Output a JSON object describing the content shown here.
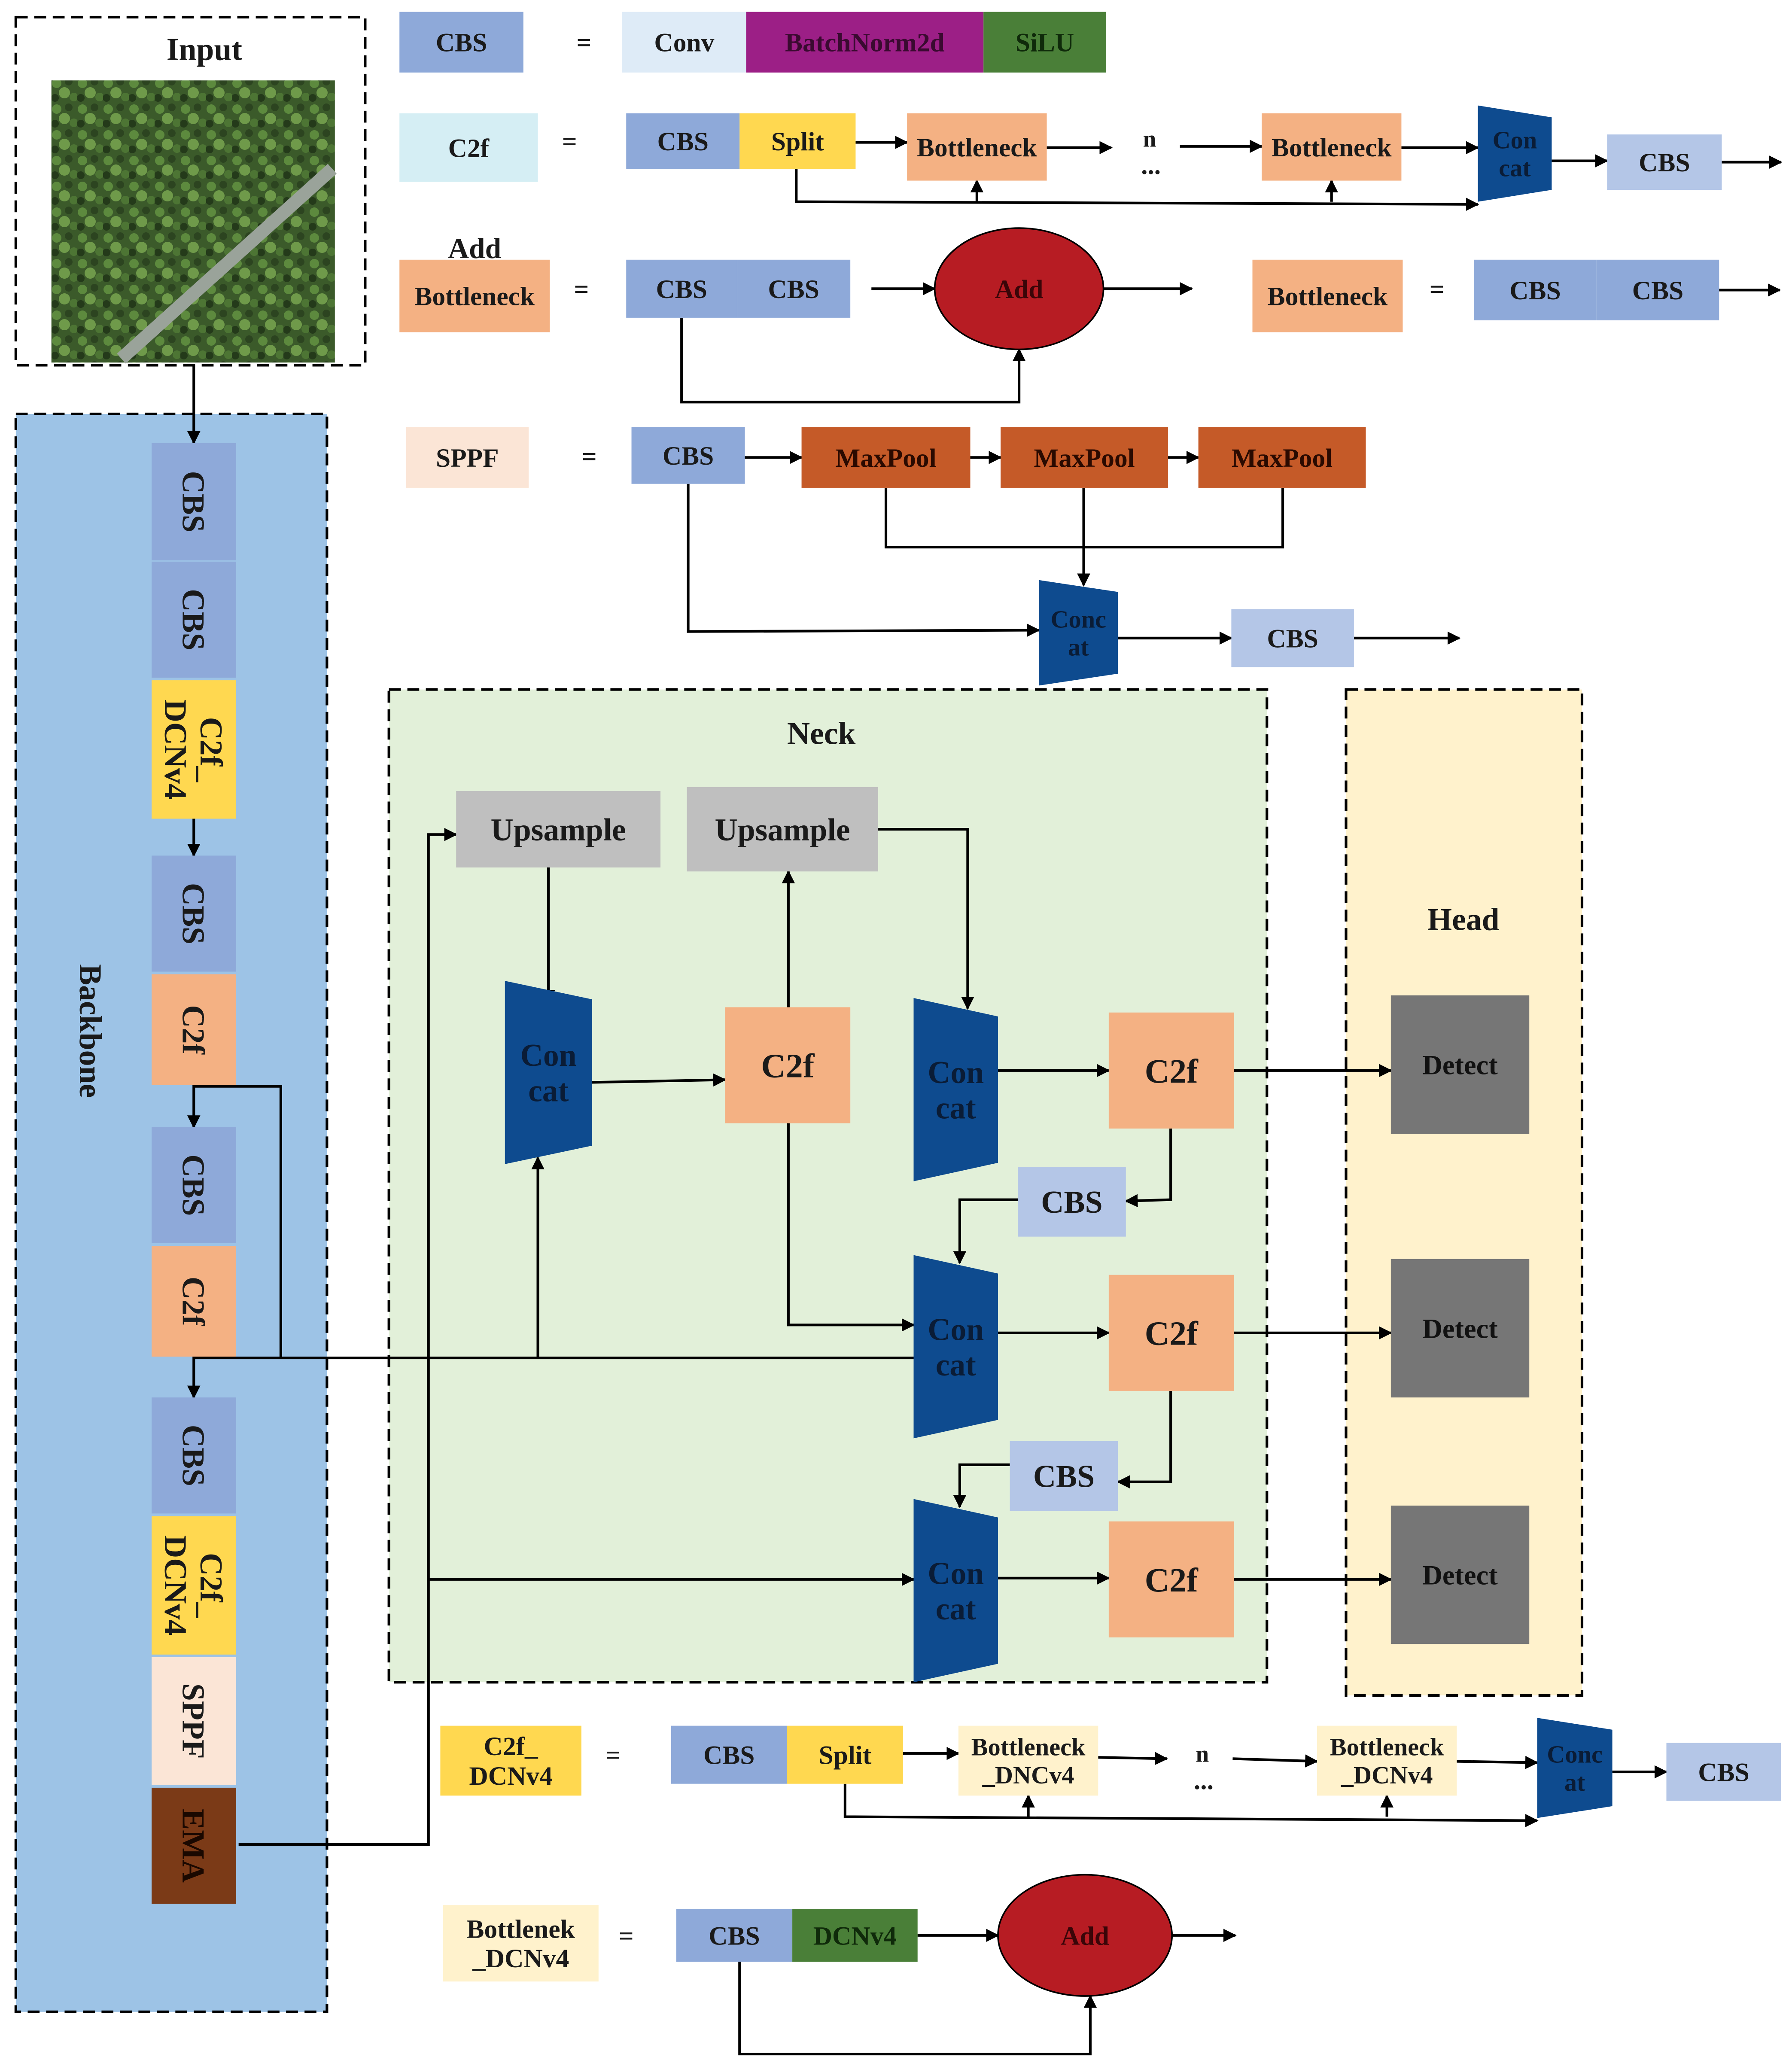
{
  "input": {
    "title": "Input"
  },
  "backbone": {
    "title": "Backbone",
    "blocks": [
      "CBS",
      "CBS",
      "C2f_\nDCNv4",
      "CBS",
      "C2f",
      "CBS",
      "C2f",
      "CBS",
      "C2f_\nDCNv4",
      "SPPF",
      "EMA"
    ]
  },
  "neck": {
    "title": "Neck",
    "upsample": "Upsample",
    "concat": "Con\ncat",
    "c2f": "C2f",
    "cbs": "CBS"
  },
  "head": {
    "title": "Head",
    "detect": "Detect"
  },
  "legend_cbs": {
    "lhs": "CBS",
    "eq": "=",
    "conv": "Conv",
    "bn": "BatchNorm2d",
    "silu": "SiLU"
  },
  "legend_c2f": {
    "lhs": "C2f",
    "cbs": "CBS",
    "split": "Split",
    "bottleneck": "Bottleneck",
    "n": "n",
    "dots": "...",
    "concat": "Con\ncat"
  },
  "legend_bottleneck": {
    "add_title": "Add",
    "lhs": "Bottleneck",
    "cbs": "CBS",
    "add": "Add"
  },
  "legend_sppf": {
    "lhs": "SPPF",
    "cbs": "CBS",
    "maxpool": "MaxPool",
    "concat": "Conc\nat"
  },
  "legend_c2f_dcnv4": {
    "lhs": "C2f_\nDCNv4",
    "cbs": "CBS",
    "split": "Split",
    "bottleneck_left": "Bottleneck\n_DNCv4",
    "bottleneck_right": "Bottleneck\n_DCNv4",
    "n": "n",
    "dots": "...",
    "concat": "Conc\nat"
  },
  "legend_bottlenek_dcnv4": {
    "lhs": "Bottlenek\n_DCNv4",
    "cbs": "CBS",
    "dcnv4": "DCNv4",
    "add": "Add"
  },
  "colors": {
    "cbs": "#8EA9D9",
    "cbs_light": "#B4C6E7",
    "conv": "#DEEBF7",
    "bn": "#9C1F86",
    "silu": "#4A7F38",
    "c2f": "#F4B183",
    "c2f_legend": "#D5EEF4",
    "split": "#FFD850",
    "c2f_dcnv4": "#FFD850",
    "bottleneck_dcnv4": "#FFF2CC",
    "sppf": "#FBE5D6",
    "ema": "#7B3A17",
    "maxpool": "#C55A28",
    "concat": "#0E4B8F",
    "add": "#B71C23",
    "upsample": "#BFBFBF",
    "detect": "#767676",
    "backbone_bg": "#9DC3E6",
    "neck_bg": "#E2F0D9",
    "head_bg": "#FFF2CC"
  }
}
